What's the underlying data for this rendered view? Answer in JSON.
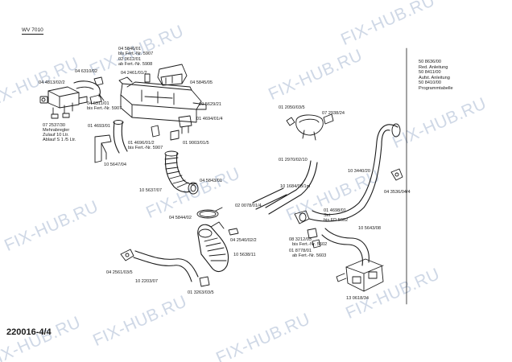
{
  "header": {
    "model": "WV 7010"
  },
  "footer": {
    "page_code": "220016-4/4"
  },
  "watermark": {
    "text": "FIX-HUB.RU"
  },
  "notes": [
    "50 8636/00",
    "Red. Anleitung",
    "50 8411/00",
    "Aufst. Anleitung",
    "50 8410/00",
    "Programmtabelle"
  ],
  "labels": [
    "04 5846/01",
    "bis Fert.-Nr. 5907",
    "02 0612/01",
    "ab Fert.-Nr. 5908",
    "04 6310/02",
    "04 2461/01/2",
    "04 5845/05",
    "04 4813/02/2",
    "04 6311/01",
    "bis Fert.-Nr. 5907",
    "10 5629/21",
    "01 2050/03/5",
    "07 2938/24",
    "01 4694/01/4",
    "07 2537/30",
    "Mehrabregler",
    "Zulauf 10 Ltr.",
    "Ablauf S 1 /5 Ltr.",
    "01 4693/01",
    "01 4696/01/2",
    "bis Fert.-Nr. 5907",
    "01 9003/01/5",
    "01 2970/02/10",
    "10 5647/04",
    "04 5843/01",
    "10 5637/07",
    "10 1684/03/1m",
    "10 3440/20",
    "04 3536/04/4",
    "02 0078/01/4",
    "01 4698/01",
    "Set",
    "bis FD 5602",
    "04 5844/02",
    "10 5643/08",
    "04 2540/02/2",
    "08 3212/03",
    "bis Fert.-Nr. 5602",
    "01 8778/01",
    "ab Fert.-Nr. 5603",
    "10 5638/11",
    "04 2561/03/5",
    "10 2203/07",
    "01 3263/03/5",
    "13 0618/34"
  ],
  "colors": {
    "line": "#1a1a1a",
    "watermark": "#cfd8e6",
    "background": "#ffffff"
  }
}
